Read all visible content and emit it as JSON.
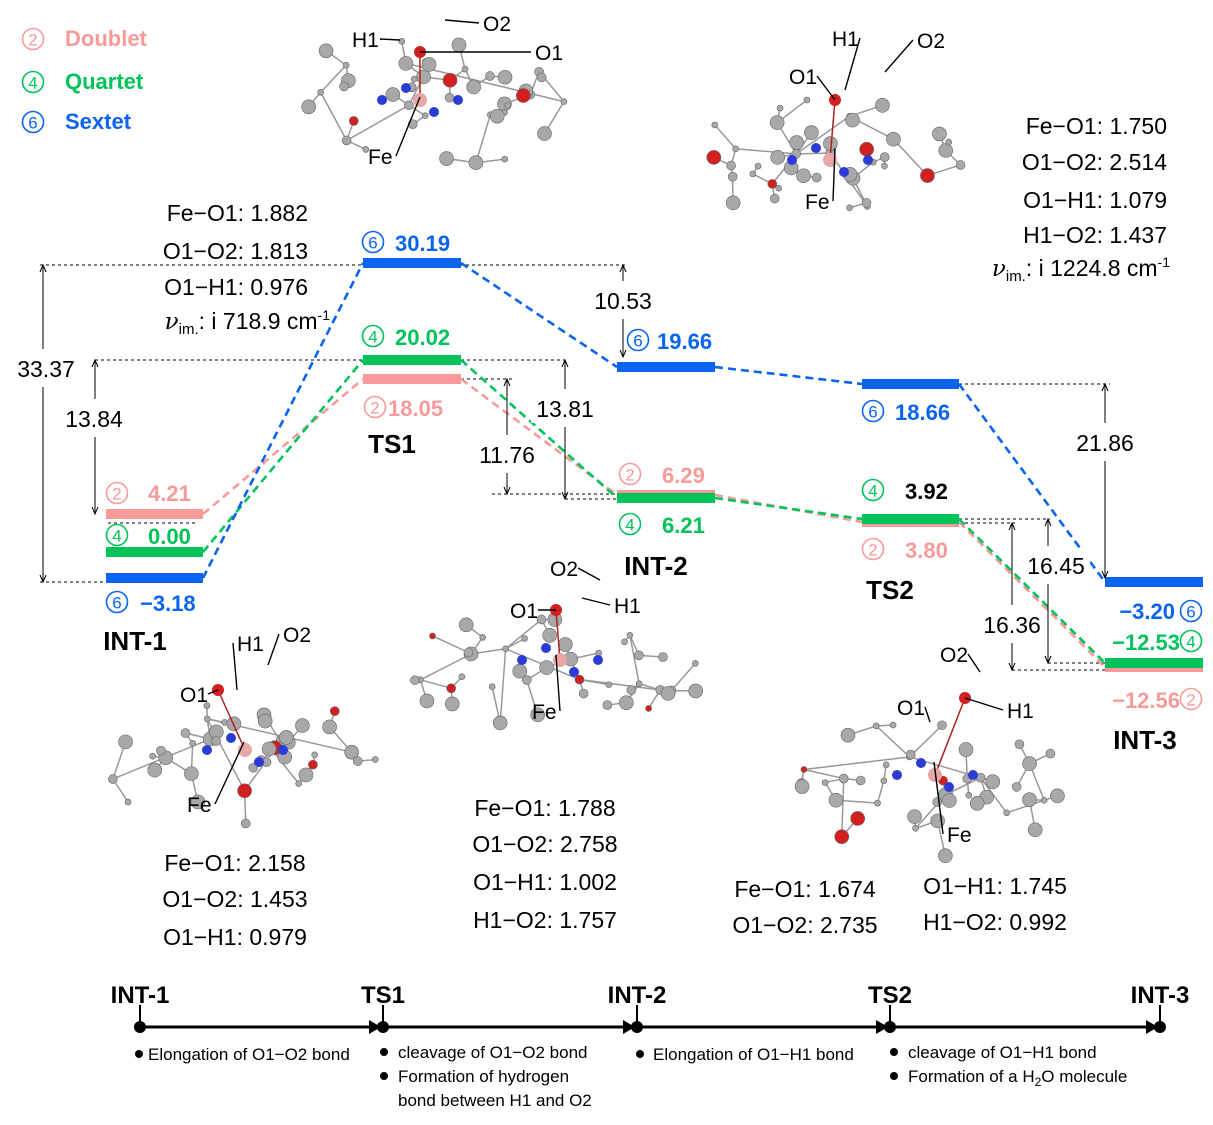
{
  "colors": {
    "doublet": "#f99a9a",
    "quartet": "#00c35a",
    "sextet": "#0a64f0",
    "ink": "#000000"
  },
  "legend": [
    {
      "num": "2",
      "label": "Doublet",
      "spin": "doublet"
    },
    {
      "num": "4",
      "label": "Quartet",
      "spin": "quartet"
    },
    {
      "num": "6",
      "label": "Sextet",
      "spin": "sextet"
    }
  ],
  "states": [
    {
      "name": "INT-1",
      "doublet": "4.21",
      "quartet": "0.00",
      "sextet": "−3.18"
    },
    {
      "name": "TS1",
      "doublet": "18.05",
      "quartet": "20.02",
      "sextet": "30.19"
    },
    {
      "name": "INT-2",
      "doublet": "6.29",
      "quartet": "6.21",
      "sextet": "19.66"
    },
    {
      "name": "TS2",
      "doublet": "3.80",
      "quartet": "3.92",
      "sextet": "18.66"
    },
    {
      "name": "INT-3",
      "doublet": "−12.56",
      "quartet": "−12.53",
      "sextet": "−3.20"
    }
  ],
  "gaps": [
    "33.37",
    "13.84",
    "13.81",
    "11.76",
    "10.53",
    "21.86",
    "16.45",
    "16.36"
  ],
  "molecules": [
    {
      "id": "TS1",
      "atoms": [
        "H1",
        "O2",
        "O1",
        "Fe"
      ],
      "geometry": [
        "Fe−O1: 1.882",
        "O1−O2: 1.813",
        "O1−H1: 0.976"
      ],
      "freq": {
        "symbol": "ν",
        "sub": "im.",
        "prefix": ": i",
        "value": " 718.9 cm",
        "exp": "-1"
      }
    },
    {
      "id": "TS2",
      "atoms": [
        "H1",
        "O2",
        "O1",
        "Fe"
      ],
      "geometry": [
        "Fe−O1: 1.750",
        "O1−O2: 2.514",
        "O1−H1: 1.079",
        "H1−O2: 1.437"
      ],
      "freq": {
        "symbol": "ν",
        "sub": "im.",
        "prefix": ": i",
        "value": " 1224.8 cm",
        "exp": "-1"
      }
    },
    {
      "id": "INT-1",
      "atoms": [
        "H1",
        "O2",
        "O1",
        "Fe"
      ],
      "geometry": [
        "Fe−O1: 2.158",
        "O1−O2: 1.453",
        "O1−H1: 0.979"
      ]
    },
    {
      "id": "INT-2",
      "atoms": [
        "O2",
        "H1",
        "O1",
        "Fe"
      ],
      "geometry": [
        "Fe−O1: 1.788",
        "O1−O2: 2.758",
        "O1−H1: 1.002",
        "H1−O2: 1.757"
      ]
    },
    {
      "id": "INT-3",
      "atoms": [
        "O2",
        "O1",
        "H1",
        "Fe"
      ],
      "geometry": [
        "Fe−O1: 1.674",
        "O1−O2: 2.735",
        "O1−H1: 1.745",
        "H1−O2: 0.992"
      ]
    }
  ],
  "timeline": {
    "nodes": [
      "INT-1",
      "TS1",
      "INT-2",
      "TS2",
      "INT-3"
    ],
    "steps": [
      [
        "Elongation of O1−O2 bond"
      ],
      [
        "cleavage of O1−O2 bond",
        "Formation of hydrogen",
        "bond between H1 and O2"
      ],
      [
        "Elongation of O1−H1 bond"
      ],
      [
        "cleavage of O1−H1 bond",
        "Formation of a H",
        "2",
        "O molecule"
      ]
    ]
  }
}
